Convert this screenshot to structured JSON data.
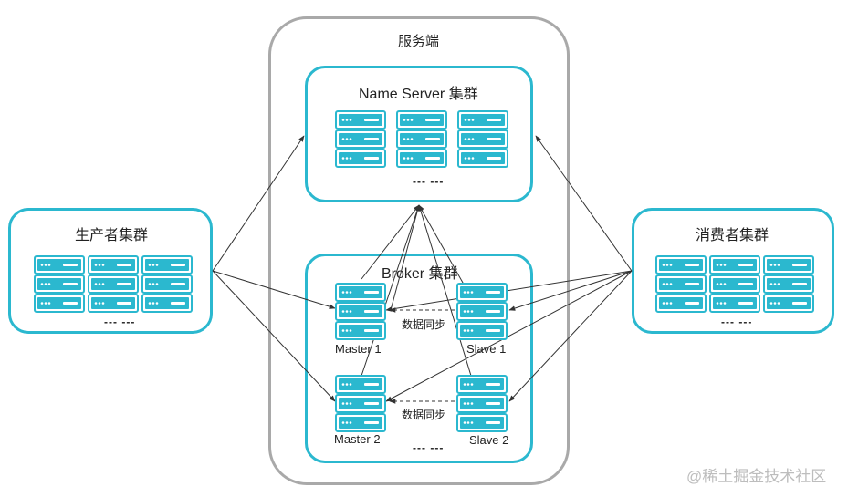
{
  "server_side": {
    "title": "服务端"
  },
  "name_server": {
    "title": "Name Server 集群",
    "more": "--- ---"
  },
  "broker": {
    "title": "Broker 集群",
    "more": "--- ---",
    "master1": "Master 1",
    "slave1": "Slave 1",
    "master2": "Master 2",
    "slave2": "Slave 2",
    "sync1": "数据同步",
    "sync2": "数据同步"
  },
  "producer": {
    "title": "生产者集群",
    "more": "--- ---"
  },
  "consumer": {
    "title": "消费者集群",
    "more": "--- ---"
  },
  "watermark": "@稀土掘金技术社区",
  "colors": {
    "accent": "#2bb8cf",
    "outer_border": "#a9a9a9",
    "line": "#333333"
  },
  "icons": [
    "server-rack-icon"
  ]
}
